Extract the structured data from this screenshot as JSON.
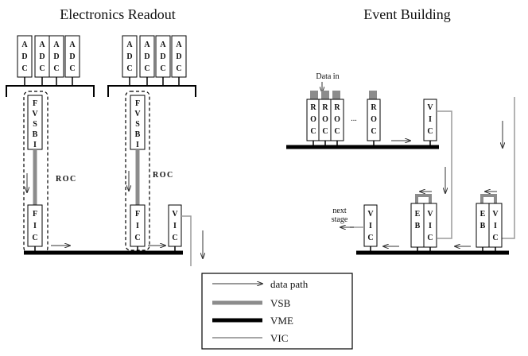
{
  "titles": {
    "left": "Electronics Readout",
    "right": "Event Building"
  },
  "modules": {
    "adc": [
      "A",
      "D",
      "C"
    ],
    "fvsbi": [
      "F",
      "V",
      "S",
      "B",
      "I"
    ],
    "fic": [
      "F",
      "I",
      "C"
    ],
    "vic": [
      "V",
      "I",
      "C"
    ],
    "roc": [
      "R",
      "O",
      "C"
    ],
    "eb": [
      "E",
      "B"
    ]
  },
  "labels": {
    "roc": "ROC",
    "data_in": "Data in",
    "ellipsis": "...",
    "next": "next",
    "stage": "stage"
  },
  "legend": {
    "items": [
      {
        "label": "data path",
        "style": "thin-arrow"
      },
      {
        "label": "VSB",
        "style": "thick-grey"
      },
      {
        "label": "VME",
        "style": "thick-black"
      },
      {
        "label": "VIC",
        "style": "thin-grey"
      }
    ]
  },
  "colors": {
    "vme": "#000000",
    "vsb": "#8c8c8c",
    "vic": "#9a9a9a",
    "arrow": "#333333"
  }
}
